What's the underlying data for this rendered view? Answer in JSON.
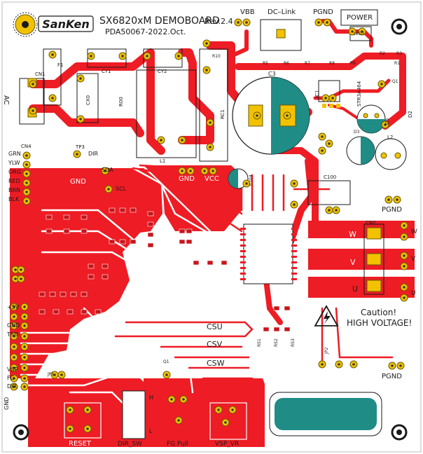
{
  "title": {
    "brand": "SanKen",
    "board": "SX6820xM DEMOBOARD",
    "rev": "Rev.2.4",
    "pda": "PDA50067-2022.Oct."
  },
  "labels": {
    "vbb": "VBB",
    "dc_link": "DC–Link",
    "pgnd_top": "PGND",
    "power": "POWER",
    "led1": "LED1",
    "ac": "AC",
    "cn1": "CN1",
    "f1": "F1",
    "cy1": "CY1",
    "cy2": "CY2",
    "cx0": "CX0",
    "r00": "R00",
    "rc1": "RC1",
    "l1": "L1",
    "r10": "R10",
    "c3": "C3",
    "ic1": "IC1",
    "str": "STR3A464",
    "r5": "R5",
    "r6": "R6",
    "r7": "R7",
    "r8": "R8",
    "r9": "R9",
    "r1": "R1",
    "r2": "R2",
    "r3": "R3",
    "q1": "Q1",
    "c5": "C5",
    "d2": "D2",
    "l2": "L2",
    "d3": "D3",
    "pgnd_right": "PGND",
    "cn4": "CN4",
    "grn": "GRN",
    "ylw": "YLW",
    "org": "ORG",
    "red": "RED",
    "brn": "BRN",
    "blk": "BLK",
    "tp3": "TP3",
    "dir": "DIR",
    "gnd_a": "GND",
    "gnd_b": "GND",
    "vcc": "VCC",
    "sda": "SDA",
    "scl": "SCL",
    "c104": "C104",
    "c100": "C100",
    "cn2": "CN2",
    "w": "W",
    "v": "V",
    "u": "U",
    "w_out": "W",
    "v_out": "V",
    "u_out": "U",
    "caution1": "Caution!",
    "caution2": "HIGH VOLTAGE!",
    "csu": "CSU",
    "csv": "CSV",
    "csw": "CSW",
    "rs1": "RS1",
    "rs2": "RS2",
    "rs3": "RS3",
    "jp2": "JP2",
    "pgnd_bottom": "PGND",
    "plus5v": "+5V",
    "gnd_left": "GND",
    "tsd": "TSD",
    "vsp": "VSP",
    "fg": "FG",
    "dir_left": "DIR",
    "jp1": "JP1",
    "gnd_bl": "GND",
    "reset": "RESET",
    "dir_sw": "DIR_SW",
    "fg_pull": "FG Pull",
    "vsp_vr": "VSP_VR",
    "h": "H",
    "l": "L",
    "q1b": "Q1"
  },
  "colors": {
    "board": "#ffffff",
    "copper": "#ee1c24",
    "copper_dark": "#c8141b",
    "pad": "#f2c200",
    "pad_outline": "#6b5a00",
    "teal": "#1f8c86",
    "silk": "#1a1a1a",
    "gray": "#aaaaaa"
  }
}
